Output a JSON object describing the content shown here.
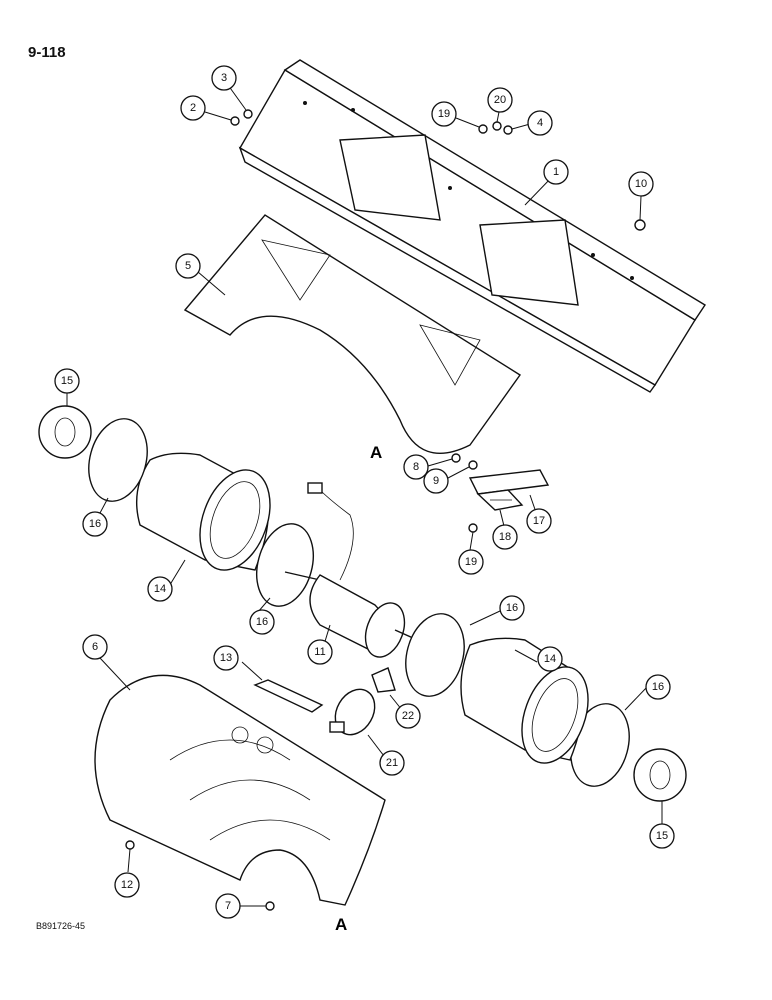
{
  "page_number": "9-118",
  "drawing_code": "B891726-45",
  "reference_letter": "A",
  "callouts": {
    "c1": "1",
    "c2": "2",
    "c3": "3",
    "c4": "4",
    "c5": "5",
    "c6": "6",
    "c7": "7",
    "c8": "8",
    "c9": "9",
    "c10": "10",
    "c11": "11",
    "c12": "12",
    "c13": "13",
    "c14a": "14",
    "c14b": "14",
    "c15a": "15",
    "c15b": "15",
    "c16a": "16",
    "c16b": "16",
    "c16c": "16",
    "c16d": "16",
    "c17": "17",
    "c18": "18",
    "c19a": "19",
    "c19b": "19",
    "c20": "20",
    "c21": "21",
    "c22": "22"
  }
}
